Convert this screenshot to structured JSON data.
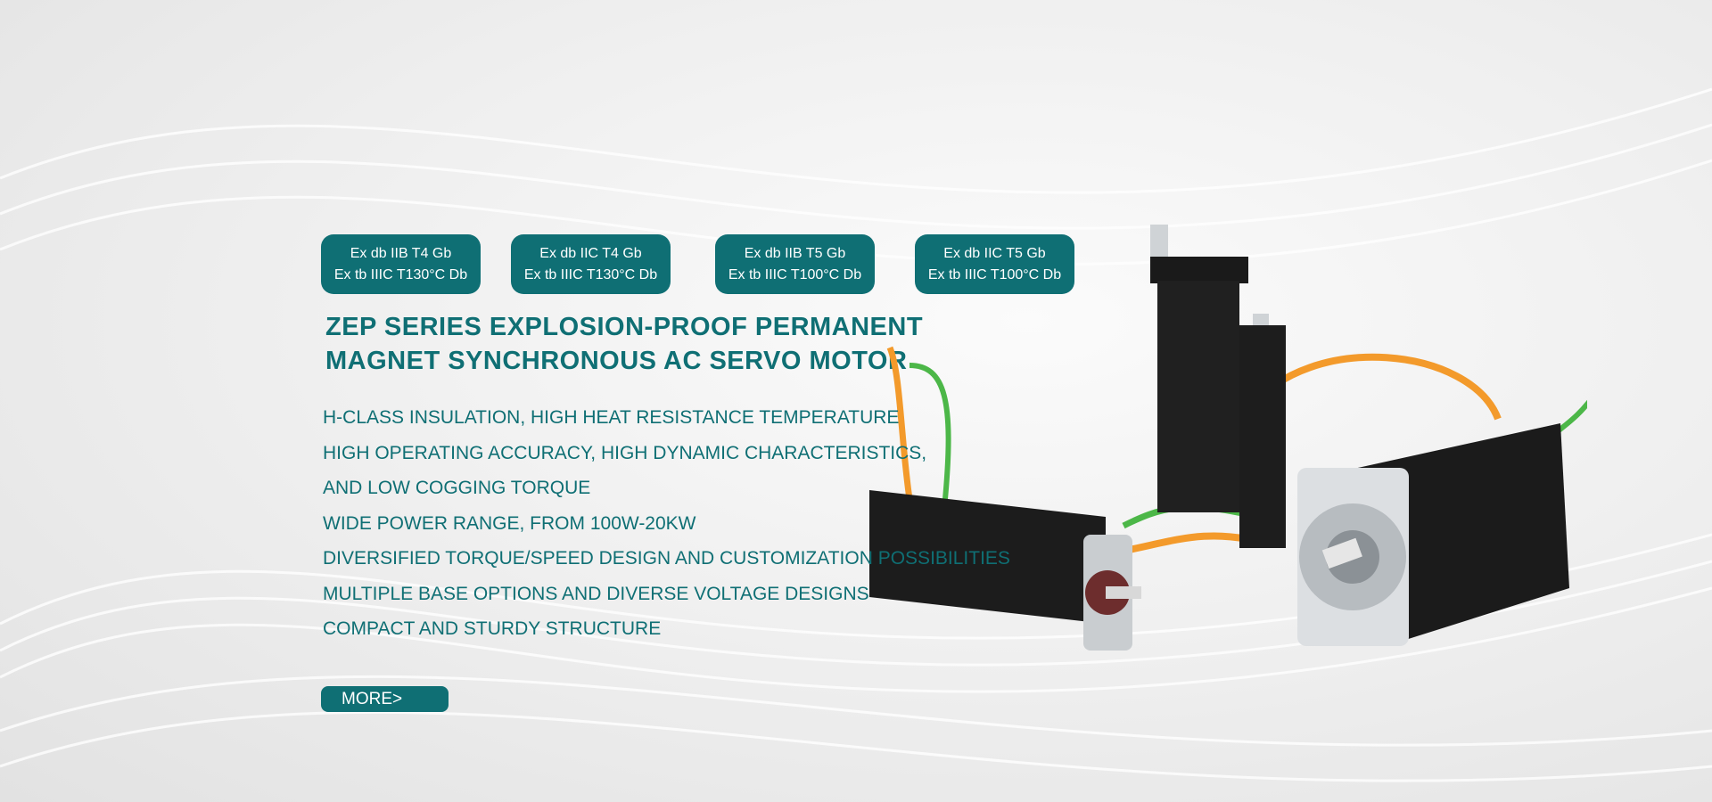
{
  "badges": [
    {
      "line1": "Ex db IIB T4 Gb",
      "line2": "Ex tb IIIC T130°C Db"
    },
    {
      "line1": "Ex db IIC T4 Gb",
      "line2": "Ex tb IIIC T130°C Db"
    },
    {
      "line1": "Ex db IIB T5 Gb",
      "line2": "Ex tb IIIC T100°C Db"
    },
    {
      "line1": "Ex db IIC T5 Gb",
      "line2": "Ex tb IIIC T100°C Db"
    }
  ],
  "title": {
    "line1": "ZEP SERIES EXPLOSION-PROOF PERMANENT",
    "line2": "MAGNET SYNCHRONOUS AC SERVO MOTOR"
  },
  "features": [
    "H-CLASS INSULATION, HIGH HEAT RESISTANCE TEMPERATURE",
    "HIGH OPERATING ACCURACY, HIGH DYNAMIC CHARACTERISTICS,",
    "AND LOW COGGING TORQUE",
    "WIDE POWER RANGE, FROM 100W-20KW",
    "DIVERSIFIED TORQUE/SPEED DESIGN AND CUSTOMIZATION POSSIBILITIES",
    "MULTIPLE BASE OPTIONS AND DIVERSE VOLTAGE DESIGNS",
    "COMPACT AND STURDY STRUCTURE"
  ],
  "more_button": "MORE>",
  "colors": {
    "accent": "#0f6f74",
    "cable_orange": "#f39a2b",
    "cable_green": "#4cb748"
  }
}
